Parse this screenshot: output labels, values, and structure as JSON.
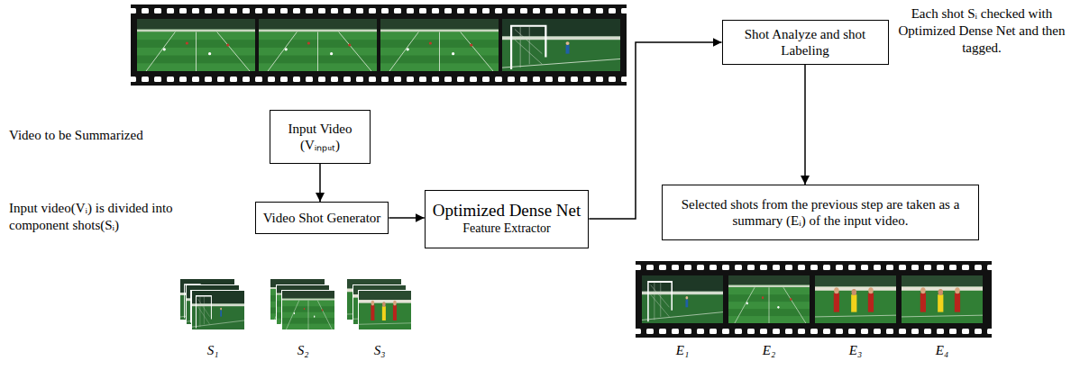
{
  "diagram": {
    "nodes": [
      {
        "text": [
          "Input Video (Vᵢₙₚᵤₜ)"
        ]
      },
      {
        "text": [
          "Video Shot Generator"
        ]
      },
      {
        "text": [
          "Optimized Dense Net",
          "Feature Extractor"
        ]
      },
      {
        "text": [
          "Shot Analyze and shot Labeling"
        ]
      },
      {
        "text": [
          "Selected shots from the previous step are taken as a summary (Eᵢ) of the input video."
        ]
      }
    ],
    "edges": [
      {
        "from": 0,
        "to": 1,
        "arrow": "to"
      },
      {
        "from": 1,
        "to": 2,
        "arrow": "to"
      },
      {
        "from": 2,
        "to": 3,
        "arrow": "to"
      },
      {
        "from": 3,
        "to": 4,
        "arrow": "to"
      }
    ],
    "labels": [
      "Video to be Summarized",
      "Input video(Vᵢ) is divided into component shots(Sᵢ)",
      "Each shot Sᵢ checked with Optimized Dense Net and then tagged.",
      "S₁",
      "S₂",
      "S₃",
      "E₁",
      "E₂",
      "E₃",
      "E₄"
    ]
  }
}
